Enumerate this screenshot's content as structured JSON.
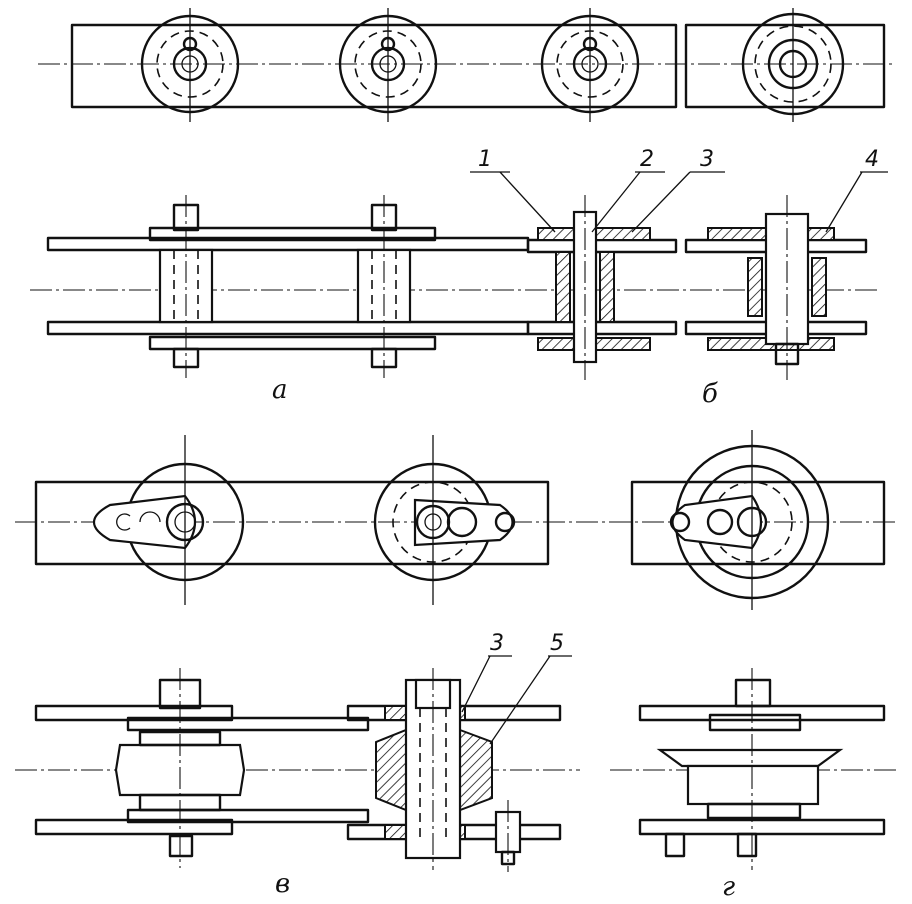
{
  "labels": {
    "a": "а",
    "b": "б",
    "v": "в",
    "g": "г"
  },
  "callouts": {
    "n1": "1",
    "n2": "2",
    "n3_top": "3",
    "n4": "4",
    "n3_bottom": "3",
    "n5": "5"
  },
  "colors": {
    "ink": "#111111",
    "paper": "#ffffff"
  }
}
